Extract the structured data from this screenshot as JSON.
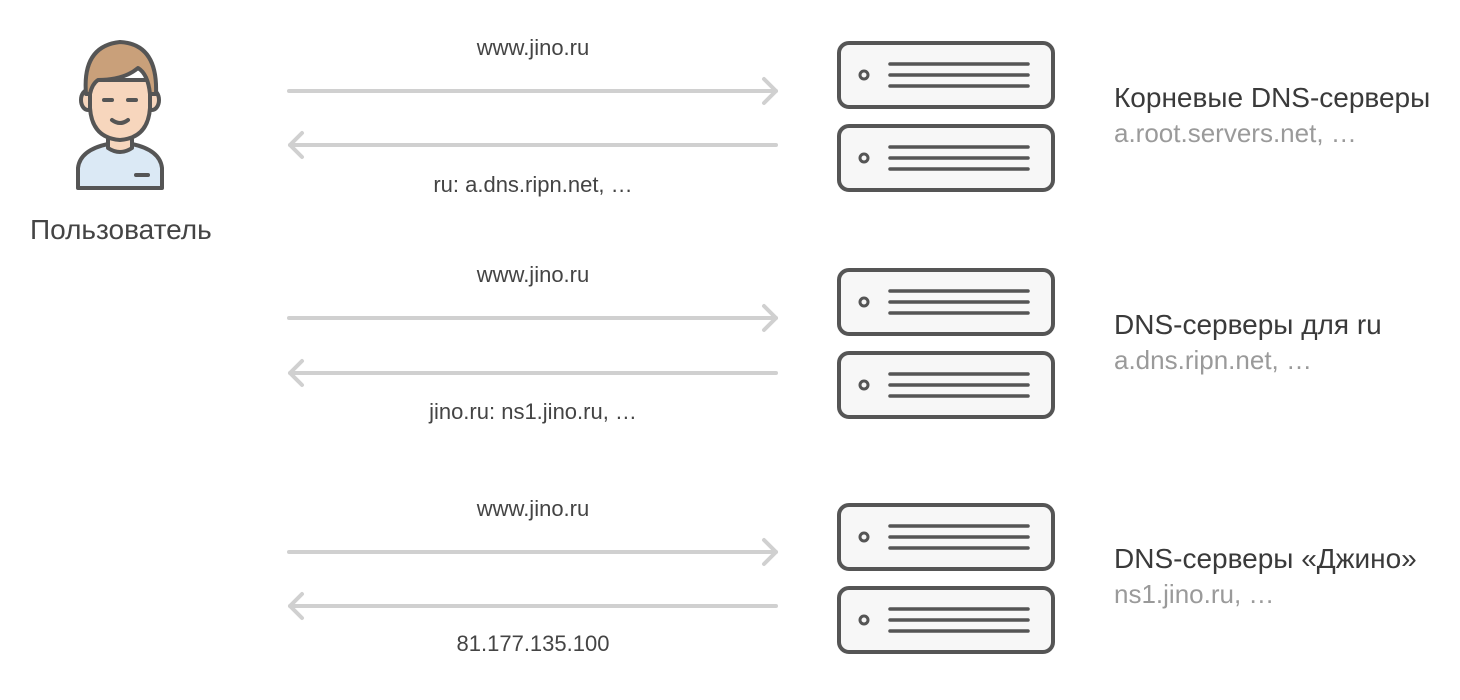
{
  "user": {
    "label": "Пользователь",
    "icon": "user-avatar-icon"
  },
  "colors": {
    "arrow": "#d0d0d0",
    "server_stroke": "#555555",
    "server_fill": "#f7f7f7",
    "title": "#3a3a3a",
    "subtitle": "#9a9a9a"
  },
  "steps": [
    {
      "request": "www.jino.ru",
      "response": "ru: a.dns.ripn.net, …",
      "server_title": "Корневые DNS-серверы",
      "server_subtitle": "a.root.servers.net, …"
    },
    {
      "request": "www.jino.ru",
      "response": "jino.ru: ns1.jino.ru, …",
      "server_title": "DNS-серверы для ru",
      "server_subtitle": "a.dns.ripn.net, …"
    },
    {
      "request": "www.jino.ru",
      "response": "81.177.135.100",
      "server_title": "DNS-серверы «Джино»",
      "server_subtitle": "ns1.jino.ru, …"
    }
  ]
}
